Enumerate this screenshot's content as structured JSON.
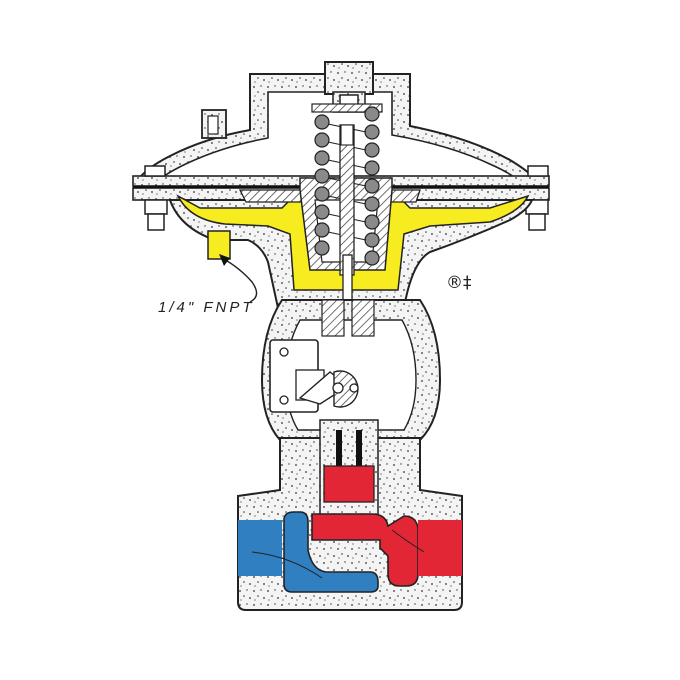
{
  "diagram": {
    "title": "Pressure regulator cross-section",
    "labels": {
      "port_connection": "1/4\" FNPT",
      "trademark_symbols": "®‡"
    },
    "colors": {
      "background": "#ffffff",
      "body_fill": "#f2f2f2",
      "outline": "#222222",
      "sensing_chamber": "#f7ec1f",
      "inlet_high_pressure": "#e32636",
      "outlet_low_pressure": "#2f7fc1",
      "spring_coil": "#8a8a8a"
    },
    "components": [
      "bonnet",
      "adjusting-screw-cap",
      "range-spring",
      "diaphragm",
      "diaphragm-flange-bolts",
      "vent-fitting",
      "sensing-port",
      "stem",
      "lever-mechanism",
      "valve-seat",
      "inlet-port",
      "outlet-port",
      "valve-body"
    ]
  }
}
